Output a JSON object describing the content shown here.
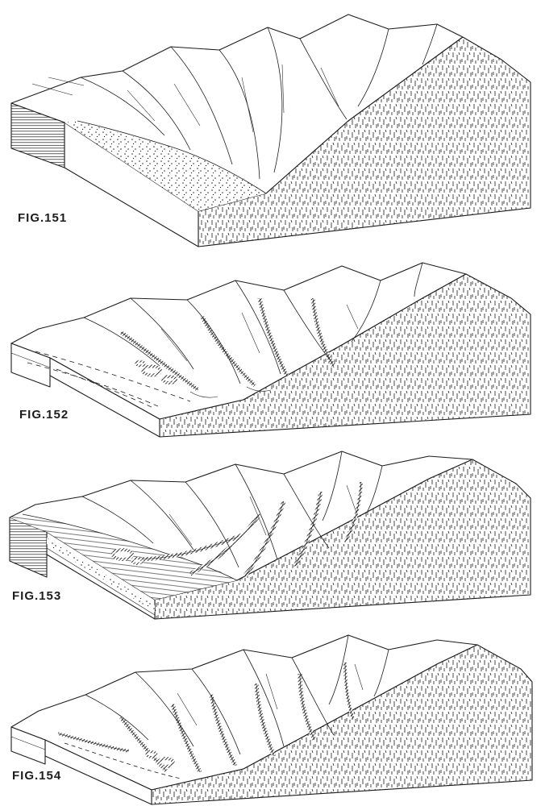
{
  "colors": {
    "paper": "#ffffff",
    "ink": "#1d1d1d"
  },
  "figures": [
    {
      "label": "FIG.151"
    },
    {
      "label": "FIG.152"
    },
    {
      "label": "FIG.153"
    },
    {
      "label": "FIG.154"
    }
  ]
}
